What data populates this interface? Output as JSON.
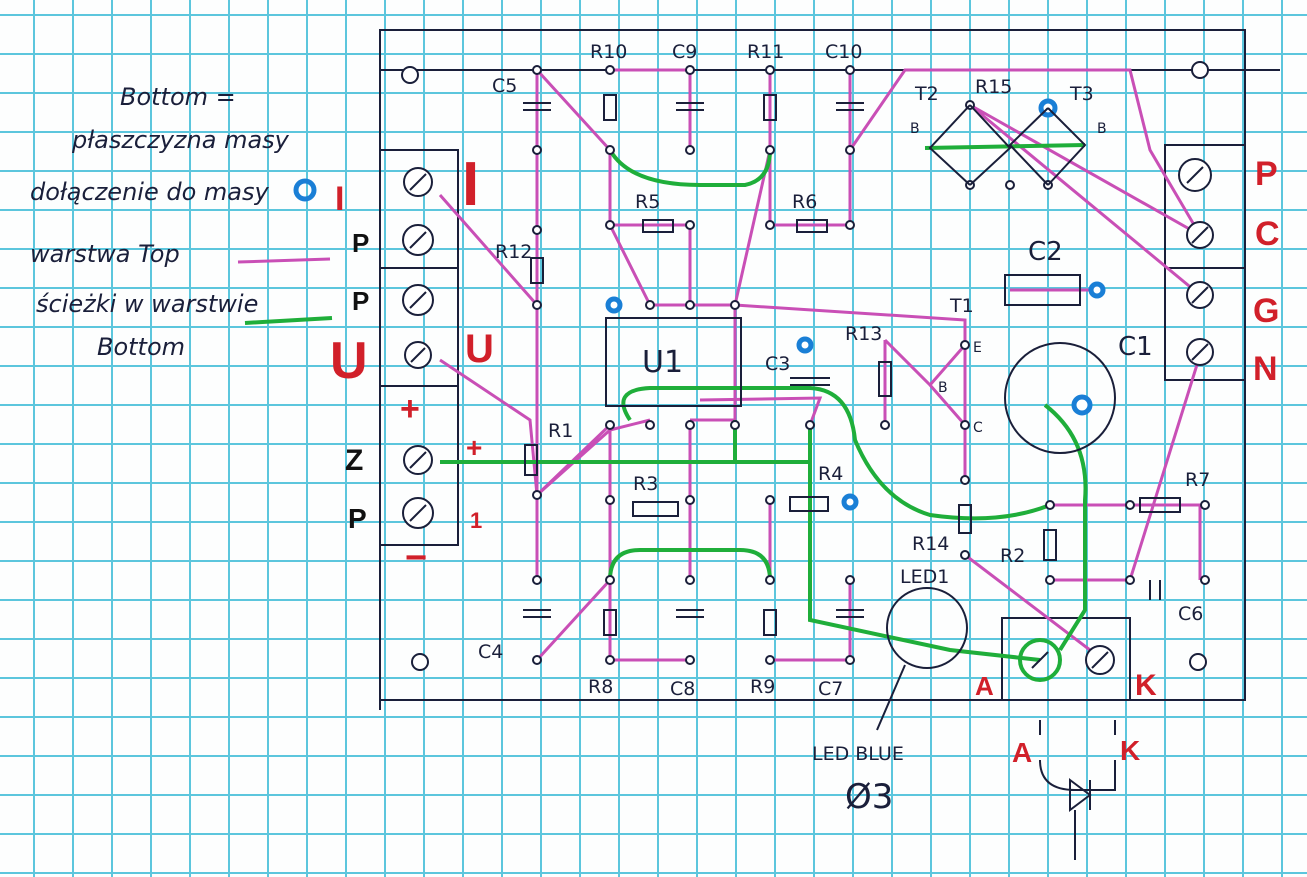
{
  "legend": {
    "title": "Bottom =",
    "line1": "płaszczyzna masy",
    "line2": "dołączenie do masy",
    "line3": "warstwa Top",
    "line4": "ścieżki w warstwie",
    "line5": "Bottom"
  },
  "colors": {
    "top_layer": "#c94fb6",
    "bottom_layer": "#1fae3a",
    "ground_via": "#1a7fd6",
    "labels": "#d1202a"
  },
  "left_connector": {
    "black_labels": [
      "P",
      "P",
      "Z",
      "P"
    ],
    "red_labels": [
      "I",
      "U",
      "+",
      "1",
      "+",
      "−"
    ],
    "big_labels": [
      "I",
      "U"
    ]
  },
  "right_connector": {
    "red_labels": [
      "P",
      "C",
      "G",
      "N"
    ]
  },
  "components": {
    "R10": "R10",
    "C9": "C9",
    "R11": "R11",
    "C10": "C10",
    "C5": "C5",
    "T2": "T2",
    "R15": "R15",
    "T3": "T3",
    "B1": "B",
    "B2": "B",
    "R5": "R5",
    "R6": "R6",
    "R12": "R12",
    "C2": "C2",
    "T1": "T1",
    "E": "E",
    "B3": "B",
    "C": "C",
    "U1": "U1",
    "R13": "R13",
    "C3": "C3",
    "C1": "C1",
    "R1": "R1",
    "R3": "R3",
    "R4": "R4",
    "R7": "R7",
    "R14": "R14",
    "R2": "R2",
    "LED1": "LED1",
    "C6": "C6",
    "C4": "C4",
    "R8": "R8",
    "C8": "C8",
    "R9": "R9",
    "C7": "C7"
  },
  "led_note": {
    "line1": "LED BLUE",
    "line2": "Ø3"
  },
  "led_terminals": {
    "a": "A",
    "k": "K",
    "a2": "A",
    "k2": "K"
  }
}
